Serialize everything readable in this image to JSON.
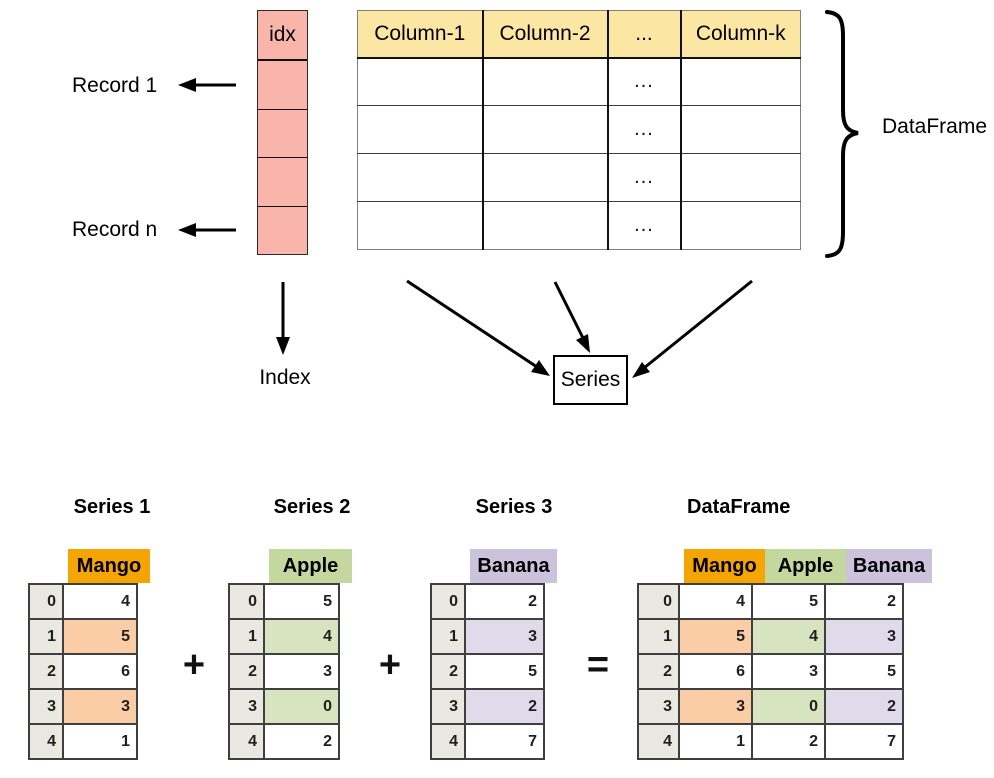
{
  "top": {
    "idx_header": "idx",
    "column_headers": [
      "Column-1",
      "Column-2",
      "...",
      "Column-k"
    ],
    "body_ellipsis": "...",
    "record_1": "Record 1",
    "record_n": "Record n",
    "index_label": "Index",
    "series_label": "Series",
    "dataframe_label": "DataFrame"
  },
  "bottom": {
    "series1": {
      "title": "Series 1",
      "header": "Mango",
      "index": [
        "0",
        "1",
        "2",
        "3",
        "4"
      ],
      "values": [
        "4",
        "5",
        "6",
        "3",
        "1"
      ]
    },
    "series2": {
      "title": "Series 2",
      "header": "Apple",
      "index": [
        "0",
        "1",
        "2",
        "3",
        "4"
      ],
      "values": [
        "5",
        "4",
        "3",
        "0",
        "2"
      ]
    },
    "series3": {
      "title": "Series 3",
      "header": "Banana",
      "index": [
        "0",
        "1",
        "2",
        "3",
        "4"
      ],
      "values": [
        "2",
        "3",
        "5",
        "2",
        "7"
      ]
    },
    "dataframe": {
      "title": "DataFrame",
      "headers": [
        "Mango",
        "Apple",
        "Banana"
      ],
      "index": [
        "0",
        "1",
        "2",
        "3",
        "4"
      ],
      "rows": [
        [
          "4",
          "5",
          "2"
        ],
        [
          "5",
          "4",
          "3"
        ],
        [
          "6",
          "3",
          "5"
        ],
        [
          "3",
          "0",
          "2"
        ],
        [
          "1",
          "2",
          "7"
        ]
      ]
    },
    "operators": {
      "plus": "+",
      "equals": "="
    }
  },
  "colors": {
    "idx_fill": "#FAB5AB",
    "column_header_fill": "#FBE6A3",
    "mango_header": "#F4A503",
    "mango_highlight": "#FBCDA7",
    "apple_header": "#C4D79E",
    "apple_highlight": "#D8E4C0",
    "banana_header": "#CDC2DC",
    "banana_highlight": "#E0DAEA",
    "index_cell_fill": "#EAE9E1",
    "table_border": "#3F3F3F"
  }
}
